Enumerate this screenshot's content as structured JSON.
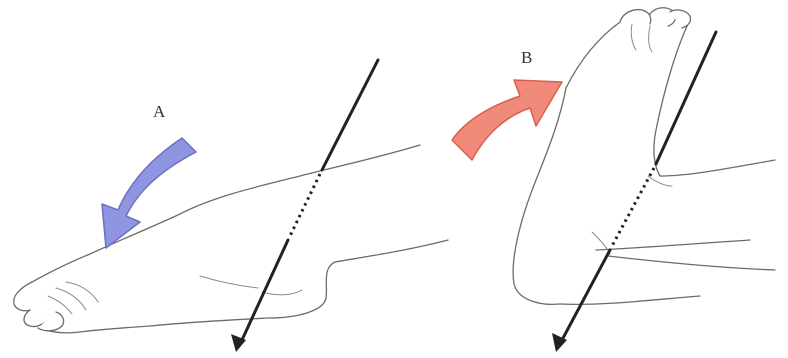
{
  "panels": [
    {
      "id": "A",
      "label": "A",
      "arrow_color": "#8f95e0",
      "arrow_stroke": "#6a70c4"
    },
    {
      "id": "B",
      "label": "B",
      "arrow_color": "#f08a7a",
      "arrow_stroke": "#d9604e"
    }
  ]
}
